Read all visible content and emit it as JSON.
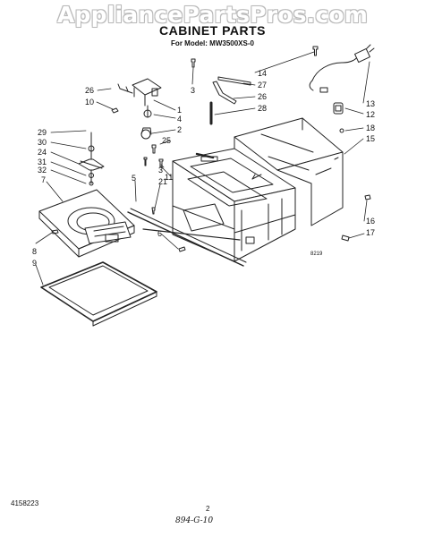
{
  "watermark": "AppliancePartsPros.com",
  "header": {
    "title": "CABINET PARTS",
    "model_line": "For Model: MW3500XS-0"
  },
  "callouts": {
    "c26a": "26",
    "c10": "10",
    "c3a": "3",
    "c1": "1",
    "c4": "4",
    "c2": "2",
    "c14": "14",
    "c27": "27",
    "c26b": "26",
    "c28": "28",
    "c13": "13",
    "c12": "12",
    "c18": "18",
    "c15": "15",
    "c29": "29",
    "c30": "30",
    "c24": "24",
    "c31": "31",
    "c32": "32",
    "c7": "7",
    "c25": "25",
    "c3b": "3",
    "c11": "11",
    "c5": "5",
    "c21": "21",
    "c6": "6",
    "c8": "8",
    "c9": "9",
    "c16": "16",
    "c17": "17"
  },
  "figure_code": "8219",
  "footer": {
    "part_number": "4158223",
    "page_number": "2",
    "handwritten": "894-G-10"
  }
}
